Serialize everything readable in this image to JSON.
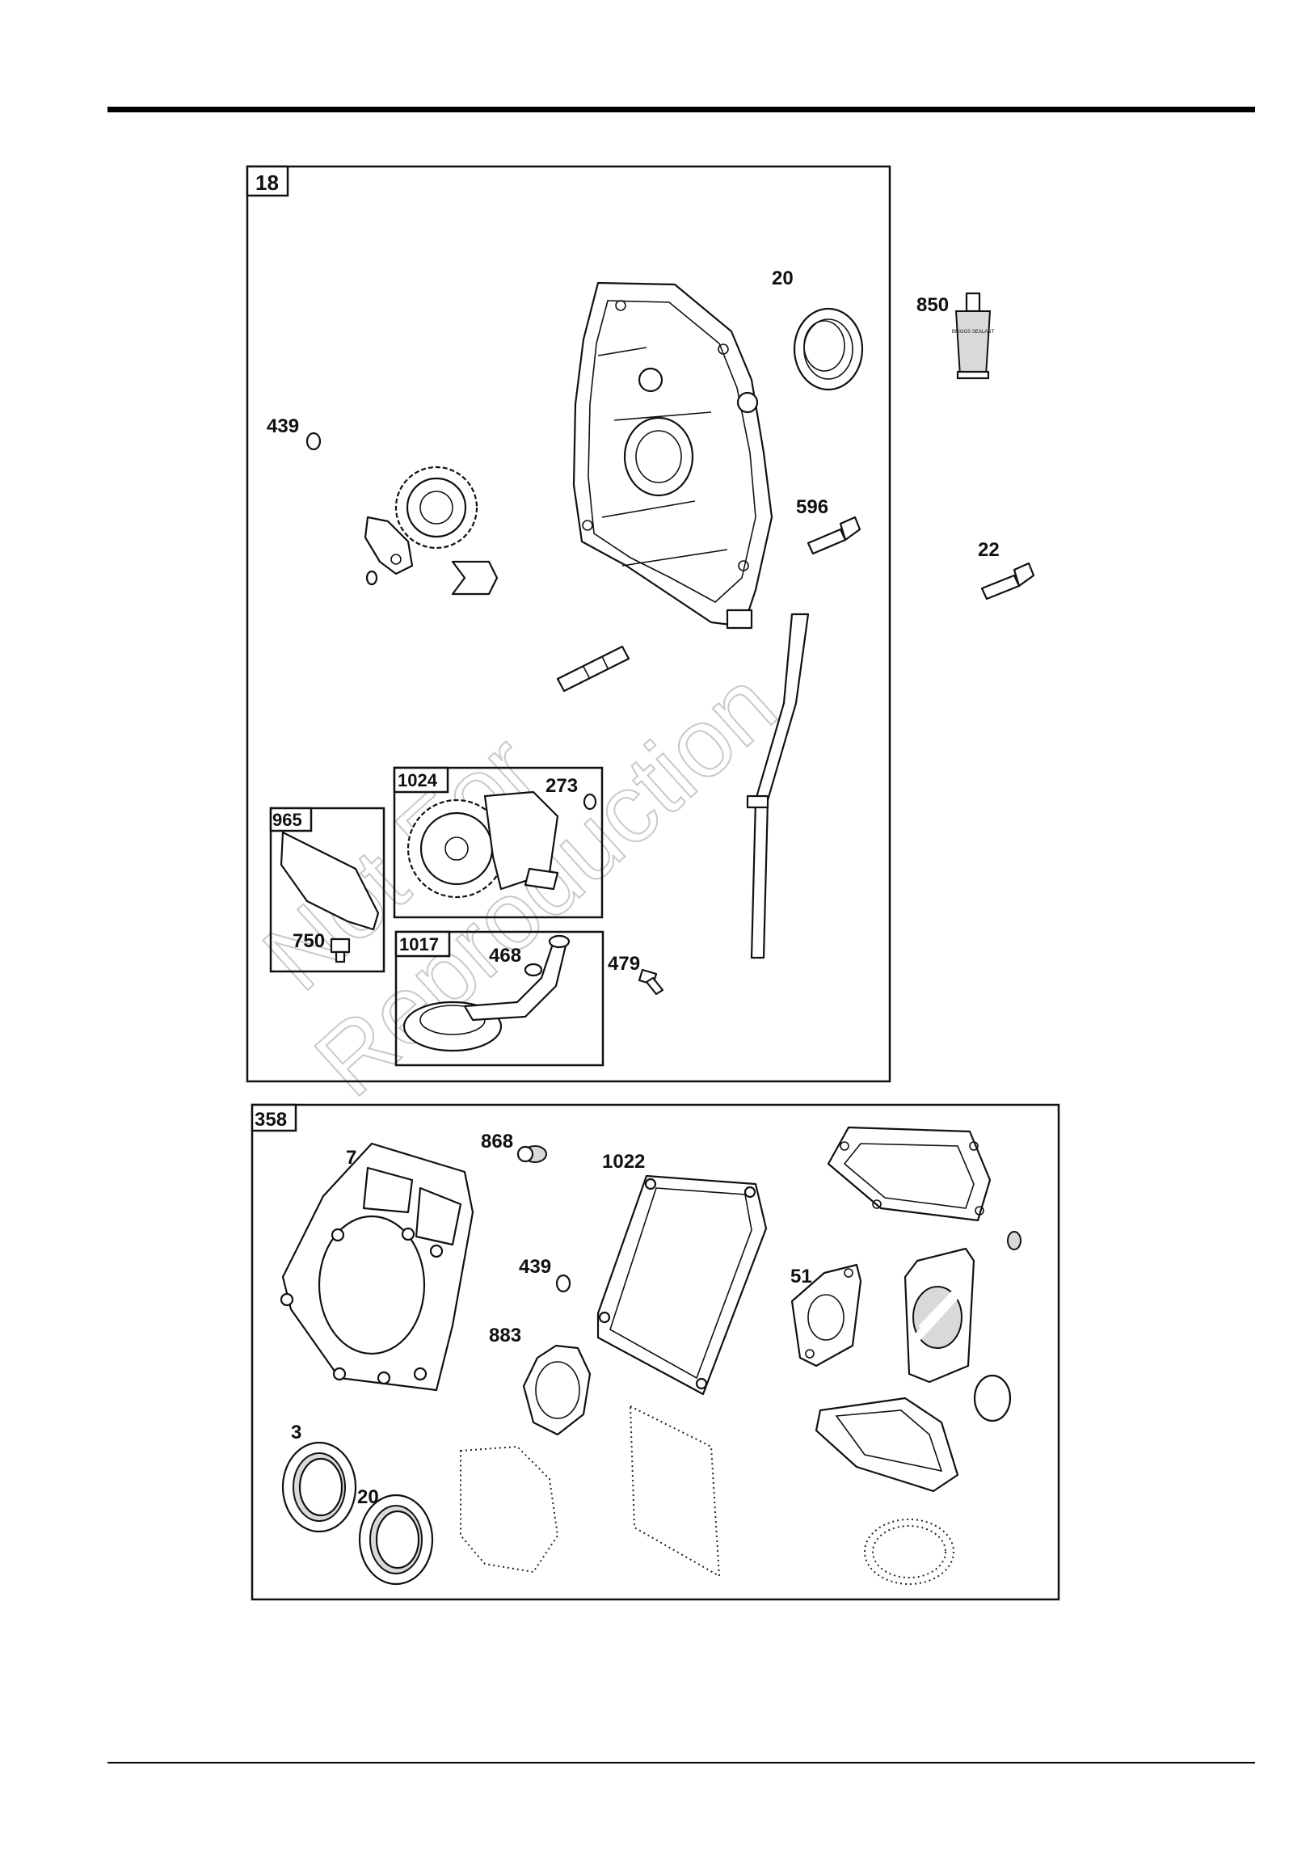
{
  "watermark": {
    "line1": "Not For",
    "line2": "Reproduction"
  },
  "main_group": {
    "box_label": "18",
    "labels": {
      "seal_top": "20",
      "sealant": "850",
      "sealant_tube_text": "BRIGGS SEALANT",
      "oring_small": "439",
      "bolt_596": "596",
      "bolt_22": "22"
    },
    "sub_1024": {
      "box_label": "1024",
      "oring": "273"
    },
    "sub_965": {
      "box_label": "965",
      "screw": "750"
    },
    "sub_1017": {
      "box_label": "1017",
      "oring": "468",
      "screw": "479"
    }
  },
  "gasket_set": {
    "box_label": "358",
    "labels": {
      "head_gasket": "7",
      "valve_seal": "868",
      "valve_cover_gasket": "1022",
      "oring": "439",
      "gasket_51": "51",
      "gasket_883": "883",
      "seal_3": "3",
      "seal_20": "20"
    }
  }
}
